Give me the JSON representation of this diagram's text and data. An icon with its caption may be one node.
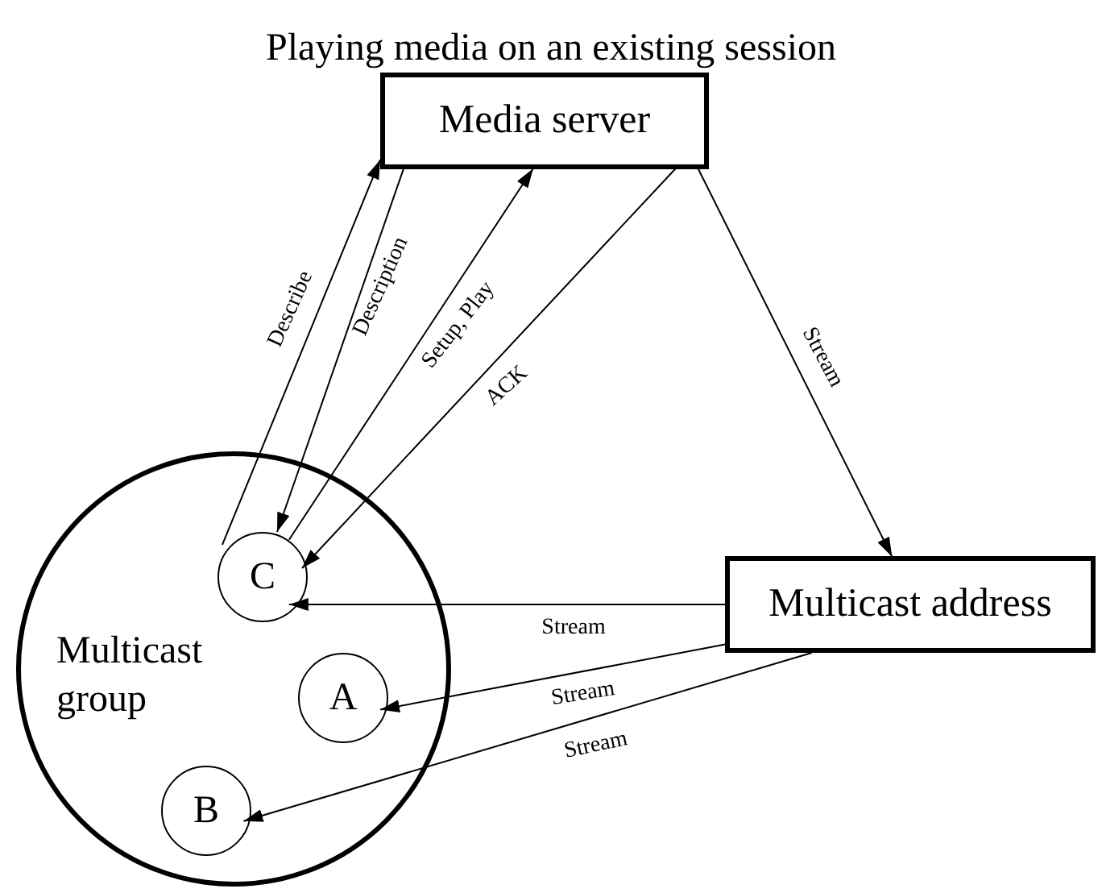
{
  "diagram": {
    "title": "Playing media on an existing session",
    "nodes": [
      {
        "text": [
          "Media server"
        ]
      },
      {
        "text": [
          "Multicast group"
        ]
      },
      {
        "text": [
          "C"
        ],
        "in": 1
      },
      {
        "text": [
          "A"
        ],
        "in": 1
      },
      {
        "text": [
          "B"
        ],
        "in": 1
      },
      {
        "text": [
          "Multicast address"
        ]
      }
    ],
    "edges": [
      {
        "from": 2,
        "to": 0,
        "arrow": "to",
        "label": "Describe"
      },
      {
        "from": 0,
        "to": 2,
        "arrow": "to",
        "label": "Description"
      },
      {
        "from": 2,
        "to": 0,
        "arrow": "to",
        "label": "Setup, Play"
      },
      {
        "from": 0,
        "to": 2,
        "arrow": "to",
        "label": "ACK"
      },
      {
        "from": 0,
        "to": 5,
        "arrow": "to",
        "label": "Stream"
      },
      {
        "from": 5,
        "to": 2,
        "arrow": "to",
        "label": "Stream"
      },
      {
        "from": 5,
        "to": 3,
        "arrow": "to",
        "label": "Stream"
      },
      {
        "from": 5,
        "to": 4,
        "arrow": "to",
        "label": "Stream"
      }
    ]
  }
}
